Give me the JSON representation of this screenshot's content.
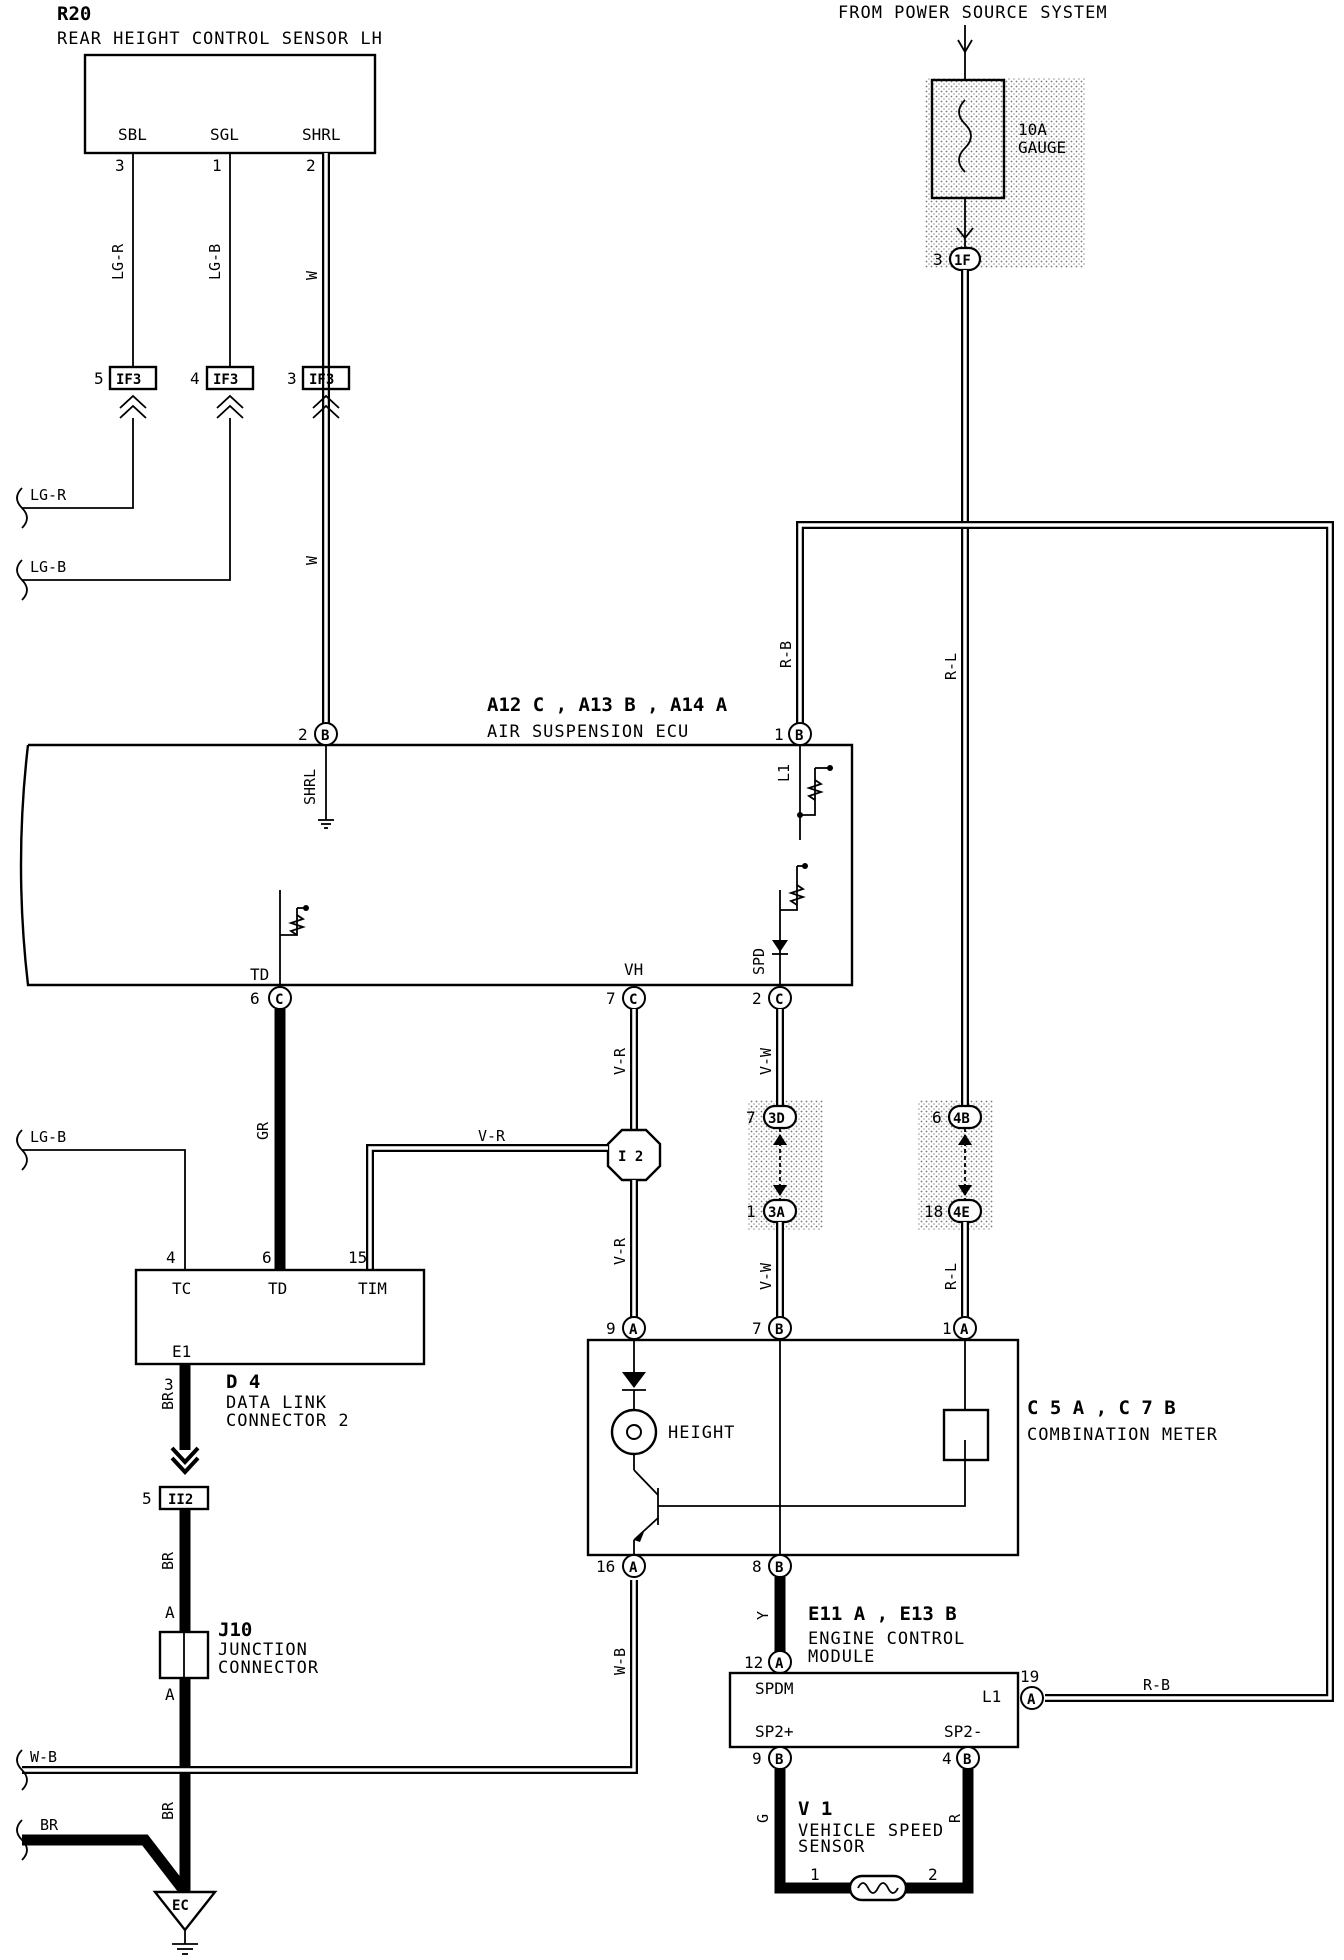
{
  "power_source": "FROM POWER SOURCE SYSTEM",
  "fuse": {
    "line1": "10A",
    "line2": "GAUGE"
  },
  "sensor_r20": {
    "id": "R20",
    "name": "REAR HEIGHT CONTROL SENSOR LH",
    "pins": [
      {
        "name": "SBL",
        "num": "3",
        "wire": "LG-R",
        "conn_pin": "5"
      },
      {
        "name": "SGL",
        "num": "1",
        "wire": "LG-B",
        "conn_pin": "4"
      },
      {
        "name": "SHRL",
        "num": "2",
        "wire": "W",
        "conn_pin": "3"
      }
    ]
  },
  "connector_if3": "IF3",
  "side_wires": {
    "lgr": "LG-R",
    "lgb": "LG-B",
    "lgb2": "LG-B",
    "wb": "W-B",
    "br": "BR"
  },
  "ecu": {
    "ref": "A12 C , A13 B , A14 A",
    "name": "AIR SUSPENSION ECU",
    "top_pins": [
      {
        "num": "2",
        "letter": "B"
      },
      {
        "num": "1",
        "letter": "B"
      }
    ],
    "bottom_pins": [
      {
        "num": "6",
        "letter": "C",
        "term": "TD"
      },
      {
        "num": "7",
        "letter": "C",
        "term": "VH"
      },
      {
        "num": "2",
        "letter": "C",
        "term": "SPD"
      }
    ],
    "shrl": "SHRL",
    "l1": "L1"
  },
  "wires": {
    "w_shrl": "W",
    "rb_top": "R-B",
    "rl_top": "R-L",
    "gr": "GR",
    "vr1": "V-R",
    "vr_h": "V-R",
    "vr2": "V-R",
    "vw1": "V-W",
    "vw2": "V-W",
    "rl2": "R-L",
    "br1": "BR",
    "br2": "BR",
    "br3": "BR",
    "wb_v": "W-B",
    "y": "Y",
    "rb_bottom": "R-B",
    "g": "G",
    "r": "R"
  },
  "junctions": {
    "i2": "I 2",
    "c3d": {
      "num": "7",
      "label": "3D"
    },
    "c3a": {
      "num": "1",
      "label": "3A"
    },
    "c4b": {
      "num": "6",
      "label": "4B"
    },
    "c4e": {
      "num": "18",
      "label": "4E"
    },
    "c1f": {
      "num": "3",
      "label": "1F"
    },
    "ii2": {
      "num": "5",
      "label": "II2"
    },
    "ec": "EC"
  },
  "dlc": {
    "id": "D 4",
    "name1": "DATA LINK",
    "name2": "CONNECTOR 2",
    "pins": [
      {
        "num": "4",
        "term": "TC"
      },
      {
        "num": "6",
        "term": "TD"
      },
      {
        "num": "15",
        "term": "TIM"
      }
    ],
    "e1": "E1",
    "e1_num": "3"
  },
  "j10": {
    "id": "J10",
    "name1": "JUNCTION",
    "name2": "CONNECTOR",
    "pin_a_top": "A",
    "pin_a_bottom": "A"
  },
  "meter": {
    "ref": "C 5 A , C 7 B",
    "name": "COMBINATION METER",
    "height": "HEIGHT",
    "top_pins": [
      {
        "num": "9",
        "letter": "A"
      },
      {
        "num": "7",
        "letter": "B"
      },
      {
        "num": "1",
        "letter": "A"
      }
    ],
    "bottom_pins": [
      {
        "num": "16",
        "letter": "A"
      },
      {
        "num": "8",
        "letter": "B"
      }
    ]
  },
  "ecm": {
    "ref": "E11 A , E13 B",
    "name1": "ENGINE CONTROL",
    "name2": "MODULE",
    "spdm": "SPDM",
    "l1": "L1",
    "sp2p": "SP2+",
    "sp2m": "SP2-",
    "pin_spdm": {
      "num": "12",
      "letter": "A"
    },
    "pin_l1": {
      "num": "19",
      "letter": "A"
    },
    "pin_sp2p": {
      "num": "9",
      "letter": "B"
    },
    "pin_sp2m": {
      "num": "4",
      "letter": "B"
    }
  },
  "vss": {
    "id": "V 1",
    "name1": "VEHICLE SPEED",
    "name2": "SENSOR",
    "pin1": "1",
    "pin2": "2"
  }
}
